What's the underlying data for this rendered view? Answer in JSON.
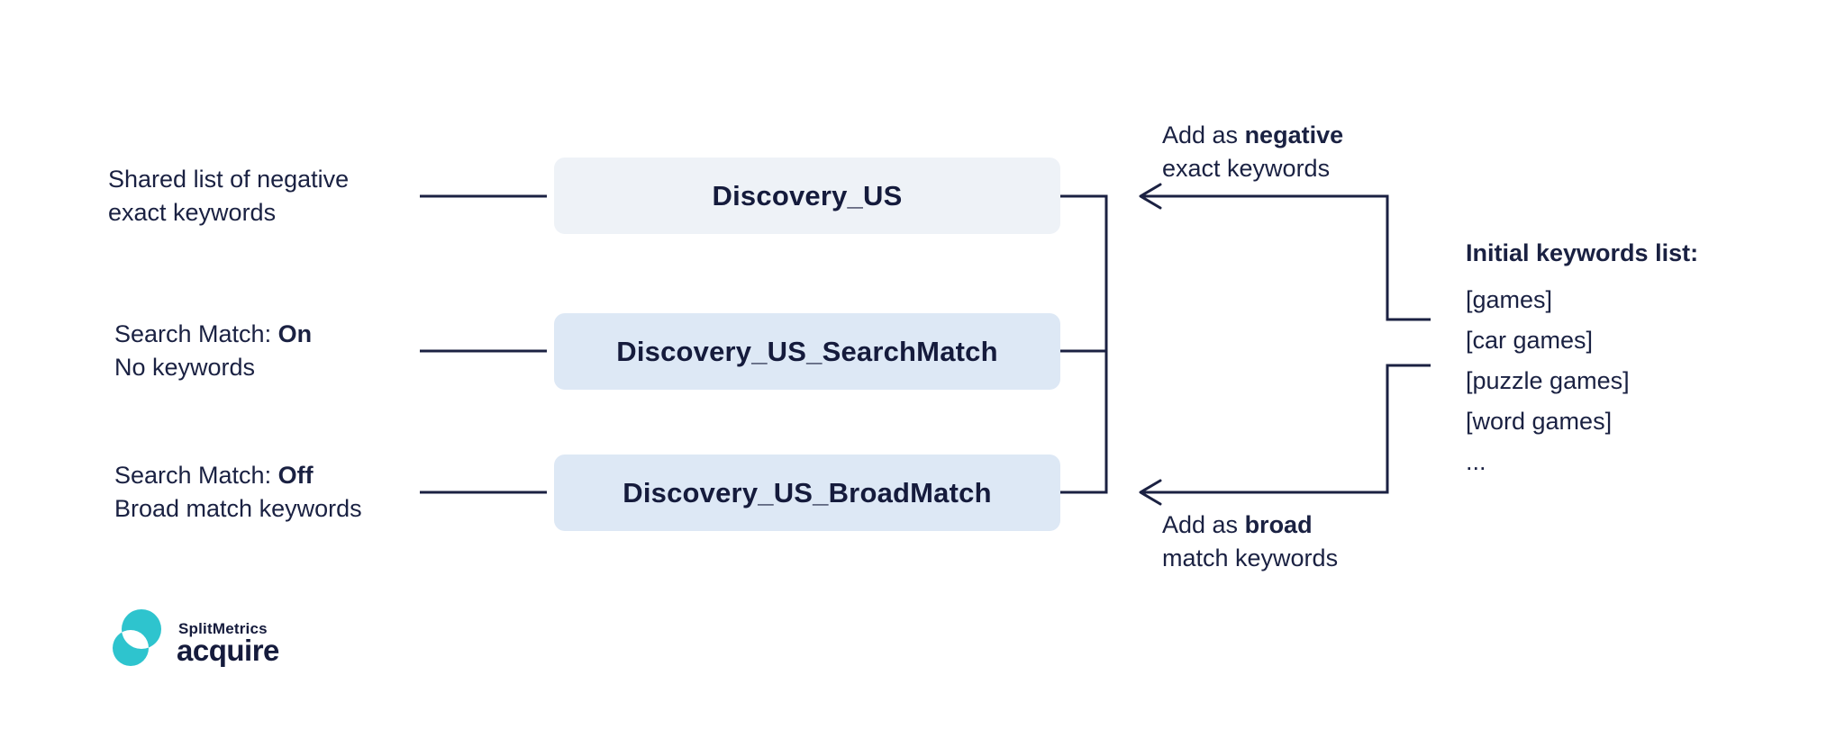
{
  "colors": {
    "background": "#ffffff",
    "text_navy": "#1a2142",
    "line_navy": "#1b2142",
    "box_primary_bg": "#eef2f7",
    "box_secondary_bg": "#dde8f5",
    "logo_teal": "#2ec4ce"
  },
  "left_labels": [
    {
      "line1": "Shared list of negative",
      "line2": "exact keywords"
    },
    {
      "line1_prefix": "Search Match: ",
      "line1_bold": "On",
      "line2": "No keywords"
    },
    {
      "line1_prefix": "Search Match: ",
      "line1_bold": "Off",
      "line2": "Broad match keywords"
    }
  ],
  "campaigns": [
    {
      "name": "Discovery_US"
    },
    {
      "name": "Discovery_US_SearchMatch"
    },
    {
      "name": "Discovery_US_BroadMatch"
    }
  ],
  "annotations": {
    "negative": {
      "prefix": "Add as ",
      "bold": "negative",
      "line2": "exact keywords"
    },
    "broad": {
      "prefix": "Add as ",
      "bold": "broad",
      "line2": "match keywords"
    }
  },
  "keywords_panel": {
    "title": "Initial keywords list:",
    "items": [
      "[games]",
      "[car games]",
      "[puzzle games]",
      "[word games]",
      "..."
    ]
  },
  "logo": {
    "brand": "SplitMetrics",
    "product": "acquire"
  }
}
